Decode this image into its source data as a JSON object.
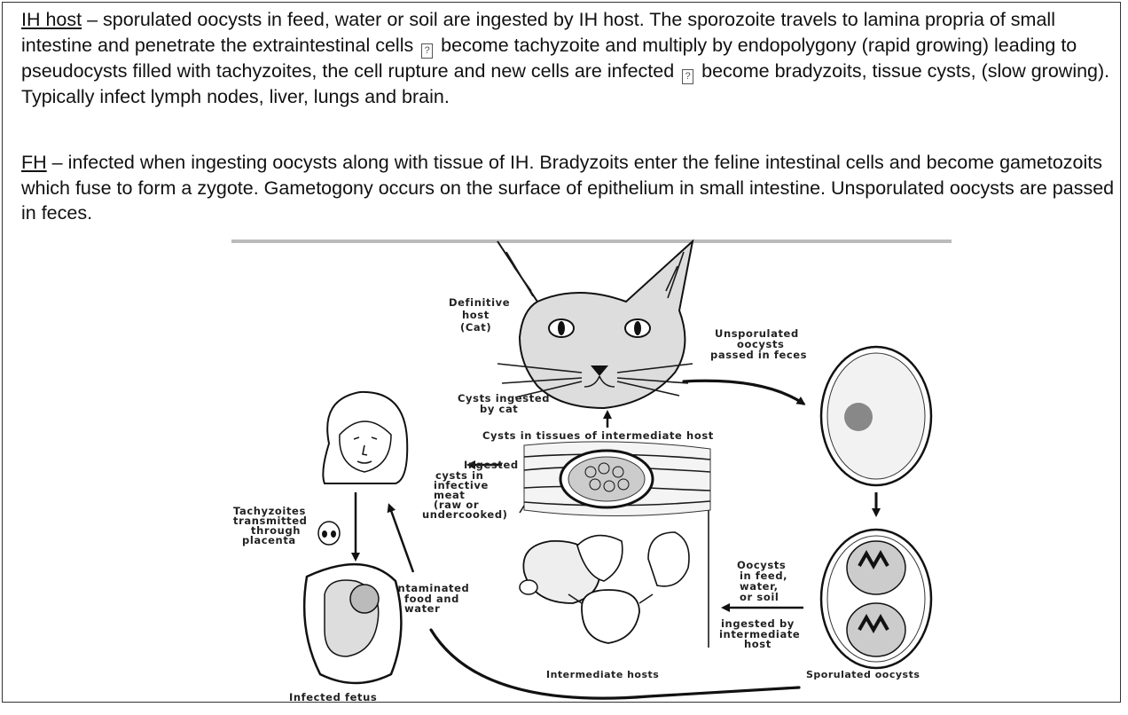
{
  "paragraph1": {
    "term": "IH host",
    "seg1": " – sporulated oocysts in feed, water or soil are ingested by IH host. The sporozoite travels to lamina propria of small intestine and penetrate the extraintestinal cells ",
    "seg2": " become tachyzoite and multiply by endopolygony (rapid growing) leading to pseudocysts filled with tachyzoites, the cell rupture and new cells are infected ",
    "seg3": " become bradyzoits, tissue cysts, (slow growing). Typically infect lymph nodes, liver, lungs and brain."
  },
  "paragraph2": {
    "term": "FH",
    "text": " – infected when ingesting oocysts along with tissue of IH. Bradyzoits enter the feline intestinal cells and become gametozoits which fuse to form a zygote. Gametogony occurs on the surface of epithelium in small intestine. Unsporulated oocysts are passed in feces."
  },
  "glyph": {
    "unknown_char": "?"
  },
  "diagram": {
    "definitive_host": [
      "Definitive",
      "host",
      "(Cat)"
    ],
    "unsporulated": [
      "Unsporulated",
      "oocysts",
      "passed in feces"
    ],
    "cysts_ingested": [
      "Cysts ingested",
      "by cat"
    ],
    "cysts_in_tissues": "Cysts in tissues of intermediate host",
    "ingested_cysts": [
      "Ingested",
      "cysts in",
      "infective",
      "meat",
      "(raw or",
      "undercooked)"
    ],
    "tachyzoites": [
      "Tachyzoites",
      "transmitted",
      "through",
      "placenta"
    ],
    "contaminated": [
      "Contaminated",
      "food and",
      "water"
    ],
    "oocysts_feed": [
      "Oocysts",
      "in feed,",
      "water,",
      "or soil"
    ],
    "ingested_by": [
      "ingested by",
      "intermediate",
      "host"
    ],
    "intermediate_hosts": "Intermediate hosts",
    "sporulated_oocysts": "Sporulated oocysts",
    "infected_fetus": "Infected fetus"
  }
}
